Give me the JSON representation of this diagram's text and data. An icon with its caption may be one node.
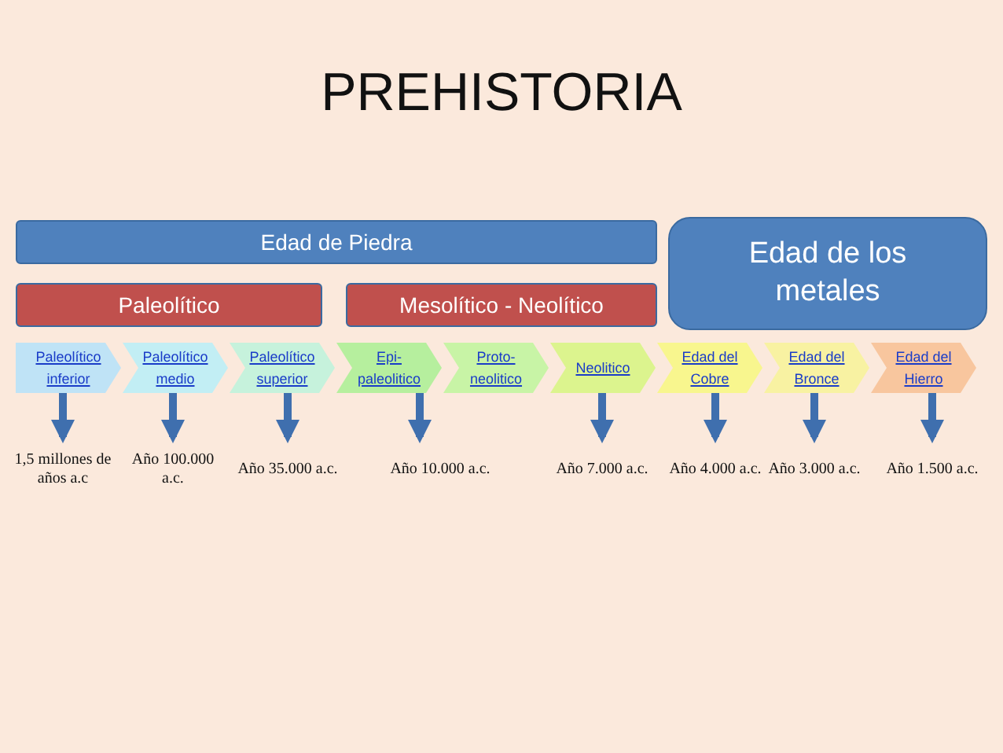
{
  "diagram": {
    "title": "PREHISTORIA",
    "nodes": [
      {
        "text": [
          "Edad de Piedra"
        ]
      },
      {
        "text": [
          "Edad de los metales"
        ]
      },
      {
        "text": [
          "Paleolítico"
        ]
      },
      {
        "text": [
          "Mesolítico - Neolítico"
        ]
      },
      {
        "text": [
          "Paleolítico inferior"
        ]
      },
      {
        "text": [
          "Paleolítico medio"
        ]
      },
      {
        "text": [
          "Paleolítico superior"
        ]
      },
      {
        "text": [
          "Epi- paleolitico"
        ]
      },
      {
        "text": [
          "Proto- neolitico"
        ]
      },
      {
        "text": [
          "Neolitico"
        ]
      },
      {
        "text": [
          "Edad del Cobre"
        ]
      },
      {
        "text": [
          "Edad del Bronce"
        ]
      },
      {
        "text": [
          "Edad del Hierro"
        ]
      },
      {
        "text": [
          "1,5 millones de años a.c"
        ]
      },
      {
        "text": [
          "Año 100.000 a.c."
        ]
      },
      {
        "text": [
          "Año 35.000 a.c."
        ]
      },
      {
        "text": [
          "Año 10.000 a.c."
        ]
      },
      {
        "text": [
          "Año 7.000 a.c."
        ]
      },
      {
        "text": [
          "Año 4.000 a.c."
        ]
      },
      {
        "text": [
          "Año 3.000 a.c."
        ]
      },
      {
        "text": [
          "Año 1.500 a.c."
        ]
      }
    ],
    "edges": [
      {
        "from": 4,
        "to": 13,
        "arrow": "to"
      },
      {
        "from": 5,
        "to": 14,
        "arrow": "to"
      },
      {
        "from": 6,
        "to": 15,
        "arrow": "to"
      },
      {
        "from": 7,
        "to": 16,
        "arrow": "to"
      },
      {
        "from": 9,
        "to": 17,
        "arrow": "to"
      },
      {
        "from": 10,
        "to": 18,
        "arrow": "to"
      },
      {
        "from": 11,
        "to": 19,
        "arrow": "to"
      },
      {
        "from": 12,
        "to": 20,
        "arrow": "to"
      }
    ]
  }
}
